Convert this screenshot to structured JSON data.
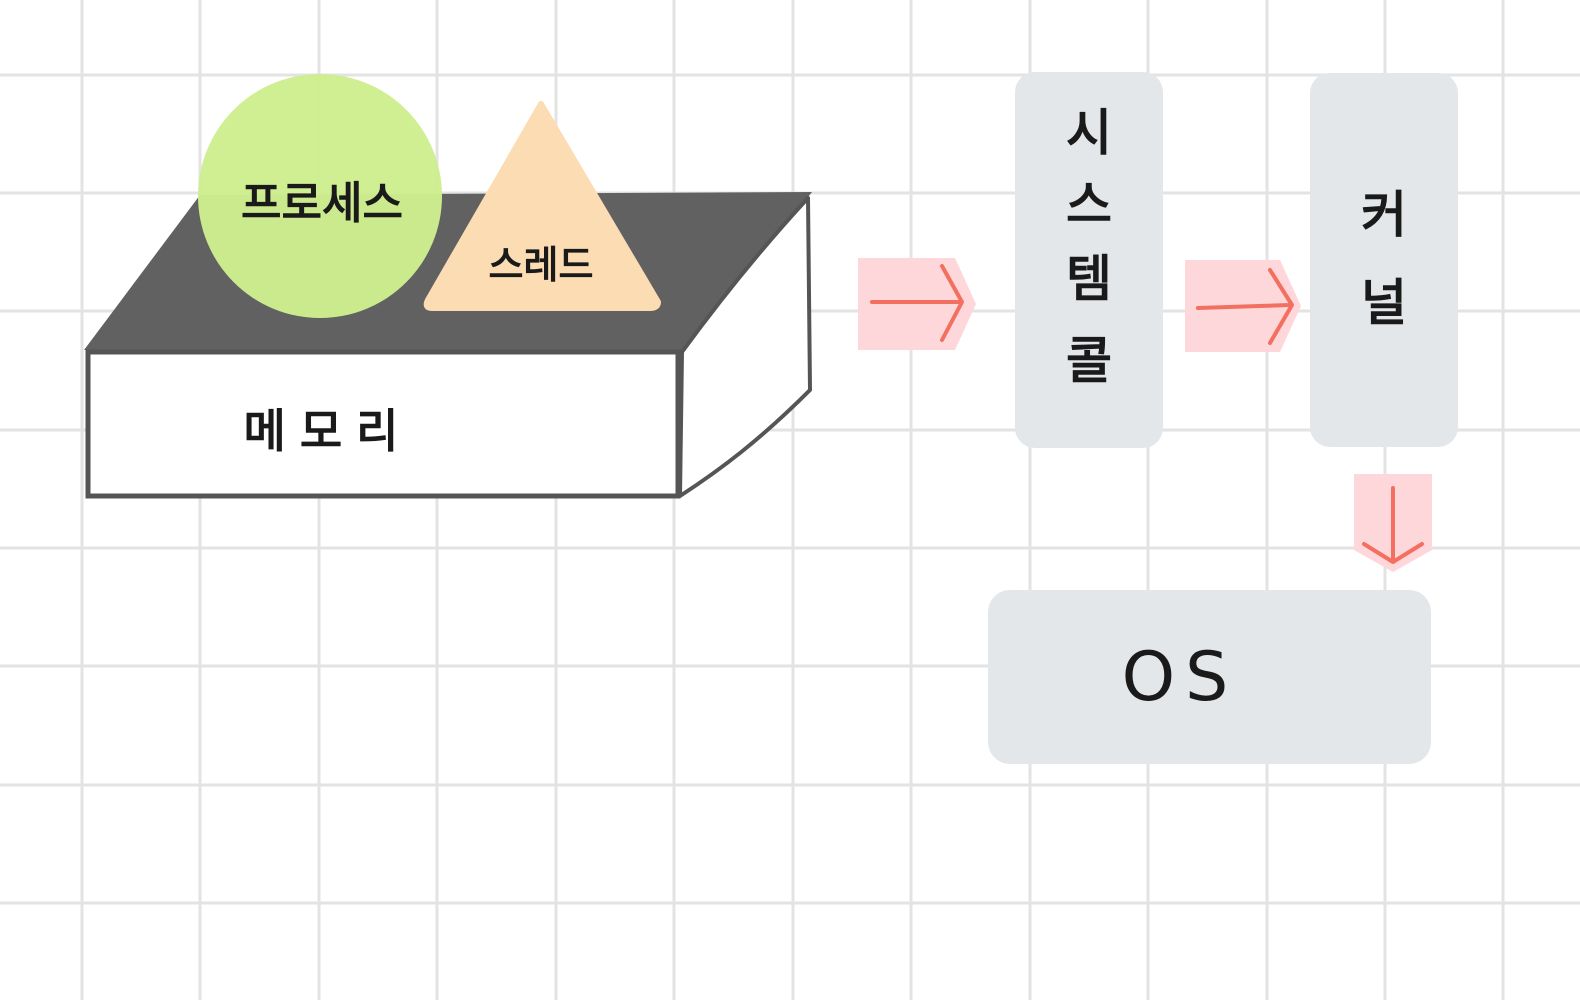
{
  "labels": {
    "memory": "메모리",
    "process": "프로세스",
    "thread": "스레드",
    "system_call": [
      "시",
      "스",
      "템",
      "콜"
    ],
    "kernel": [
      "커",
      "널"
    ],
    "os": "OS"
  },
  "colors": {
    "grid": "#e3e3e3",
    "memory_top": "#616161",
    "memory_outline": "#555555",
    "process_fill": "#cdee8e",
    "thread_fill": "#fcdcb2",
    "box_fill": "#e3e7ea",
    "arrow_bg": "#fdd7da",
    "arrow_stroke": "#f36f60"
  }
}
